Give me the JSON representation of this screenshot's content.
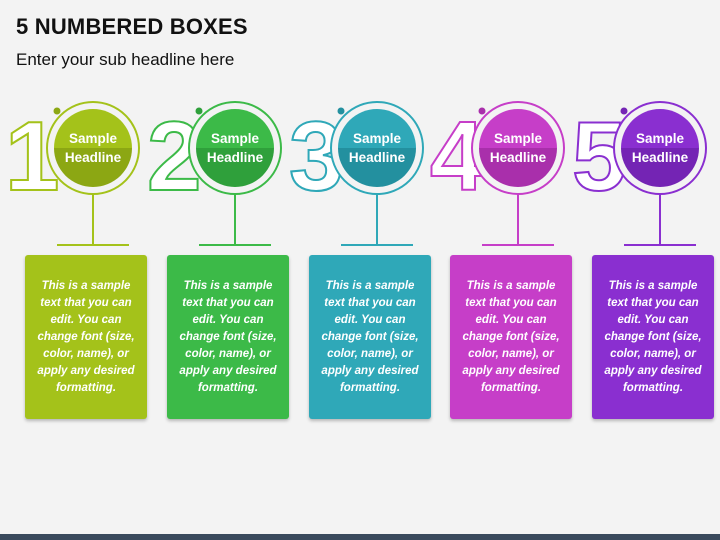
{
  "header": {
    "title": "5 NUMBERED BOXES",
    "subtitle": "Enter your sub headline here"
  },
  "steps": [
    {
      "number": "1",
      "headline_line1": "Sample",
      "headline_line2": "Headline",
      "text": "This is a sample text that you can edit. You can change font (size, color, name), or apply any desired formatting.",
      "color": "#a4c21a",
      "dark_color": "#8ca713"
    },
    {
      "number": "2",
      "headline_line1": "Sample",
      "headline_line2": "Headline",
      "text": "This is a sample text that you can edit. You can change font (size, color, name), or apply any desired formatting.",
      "color": "#3cba48",
      "dark_color": "#2fa03b"
    },
    {
      "number": "3",
      "headline_line1": "Sample",
      "headline_line2": "Headline",
      "text": "This is a sample text that you can edit. You can change font (size, color, name), or apply any desired formatting.",
      "color": "#2fa8b8",
      "dark_color": "#23909f"
    },
    {
      "number": "4",
      "headline_line1": "Sample",
      "headline_line2": "Headline",
      "text": "This is a sample text that you can edit. You can change font (size, color, name), or apply any desired formatting.",
      "color": "#c63ec8",
      "dark_color": "#a92fab"
    },
    {
      "number": "5",
      "headline_line1": "Sample",
      "headline_line2": "Headline",
      "text": "This is a sample text that you can edit. You can change font (size, color, name), or apply any desired formatting.",
      "color": "#8a2fd0",
      "dark_color": "#7424b4"
    }
  ]
}
